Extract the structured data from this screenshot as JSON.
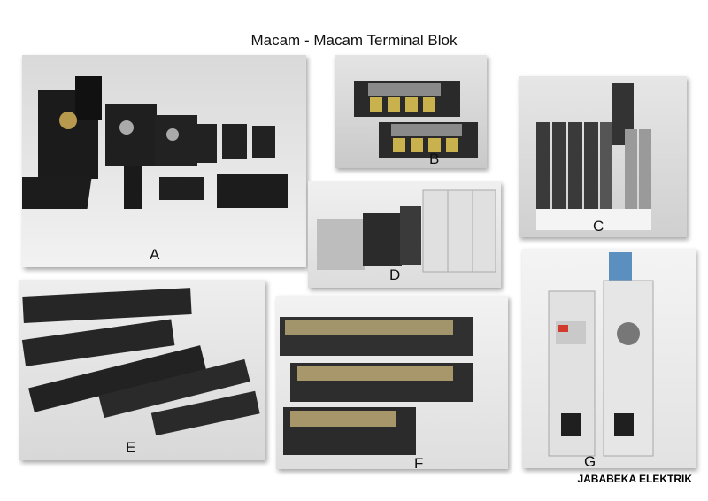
{
  "title": "Macam - Macam Terminal Blok",
  "panels": [
    {
      "label": "A"
    },
    {
      "label": "B"
    },
    {
      "label": "C"
    },
    {
      "label": "D"
    },
    {
      "label": "E"
    },
    {
      "label": "F"
    },
    {
      "label": "G"
    }
  ],
  "watermark": "JABABEKA ELEKTRIK"
}
